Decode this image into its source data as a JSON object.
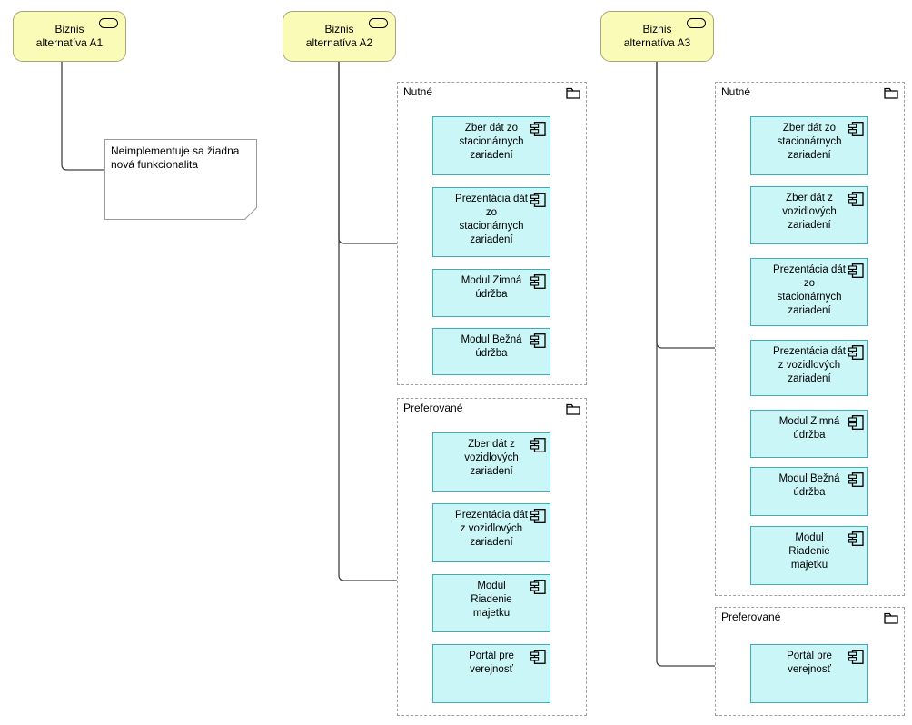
{
  "colors": {
    "business_fill": "#FBFBB8",
    "business_border": "#A6A678",
    "app_fill": "#CBF6F7",
    "app_border": "#41ABB8",
    "note_border": "#9B9B9B",
    "group_border": "#A0A0A0",
    "connector": "#404040",
    "text": "#000000",
    "background": "#FFFFFF"
  },
  "alternatives": [
    {
      "label": "Biznis\nalternatíva A1"
    },
    {
      "label": "Biznis\nalternatíva A2"
    },
    {
      "label": "Biznis\nalternatíva A3"
    }
  ],
  "note": {
    "text": "Neimplementuje sa žiadna nová funkcionalita"
  },
  "groups": [
    {
      "label": "Nutné",
      "components": [
        {
          "label": "Zber dát zo\nstacionárnych\nzariadení"
        },
        {
          "label": "Prezentácia dát\nzo\nstacionárnych\nzariadení"
        },
        {
          "label": "Modul Zimná\núdržba"
        },
        {
          "label": "Modul Bežná\núdržba"
        }
      ]
    },
    {
      "label": "Preferované",
      "components": [
        {
          "label": "Zber dát z\nvozidlových\nzariadení"
        },
        {
          "label": "Prezentácia dát\nz vozidlových\nzariadení"
        },
        {
          "label": "Modul\nRiadenie\nmajetku"
        },
        {
          "label": "Portál pre\nverejnosť"
        }
      ]
    },
    {
      "label": "Nutné",
      "components": [
        {
          "label": "Zber dát zo\nstacionárnych\nzariadení"
        },
        {
          "label": "Zber dát z\nvozidlových\nzariadení"
        },
        {
          "label": "Prezentácia dát\nzo\nstacionárnych\nzariadení"
        },
        {
          "label": "Prezentácia dát\nz vozidlových\nzariadení"
        },
        {
          "label": "Modul Zimná\núdržba"
        },
        {
          "label": "Modul Bežná\núdržba"
        },
        {
          "label": "Modul\nRiadenie\nmajetku"
        }
      ]
    },
    {
      "label": "Preferované",
      "components": [
        {
          "label": "Portál pre\nverejnosť"
        }
      ]
    }
  ]
}
